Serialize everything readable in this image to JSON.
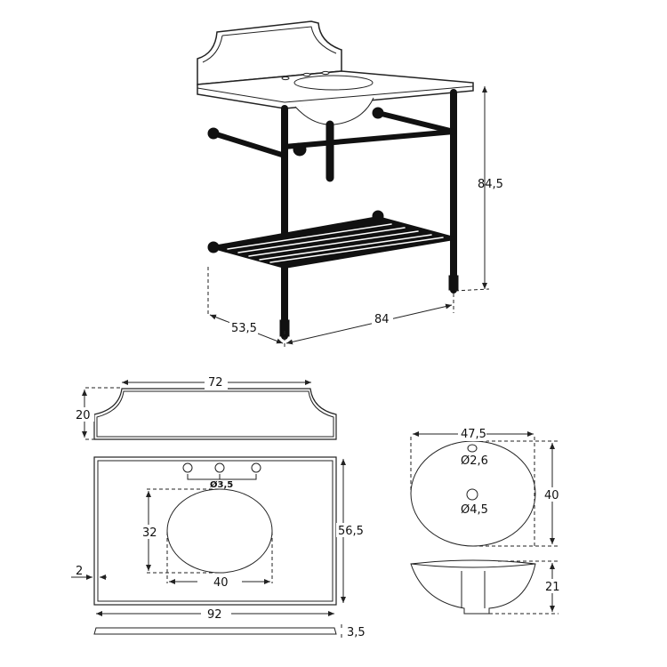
{
  "diagram": {
    "type": "technical-dimension-drawing",
    "subject": "console washbasin with metal stand, countertop, backsplash and undermount basin",
    "units_implied": "cm",
    "colors": {
      "line": "#222222",
      "metal": "#111111",
      "background": "#ffffff"
    }
  },
  "perspective_view": {
    "height_label": "84,5",
    "depth_label": "53,5",
    "width_label": "84"
  },
  "backsplash_view": {
    "width_label": "72",
    "height_label": "20"
  },
  "countertop_view": {
    "faucet_holes_label": "Ø3,5",
    "basin_cutout_height_label": "32",
    "basin_cutout_width_label": "40",
    "depth_label": "56,5",
    "edge_offset_label": "2",
    "width_label": "92",
    "thickness_label": "3,5"
  },
  "basin_view": {
    "width_label": "47,5",
    "overflow_hole_label": "Ø2,6",
    "drain_hole_label": "Ø4,5",
    "length_label": "40",
    "height_label": "21"
  }
}
